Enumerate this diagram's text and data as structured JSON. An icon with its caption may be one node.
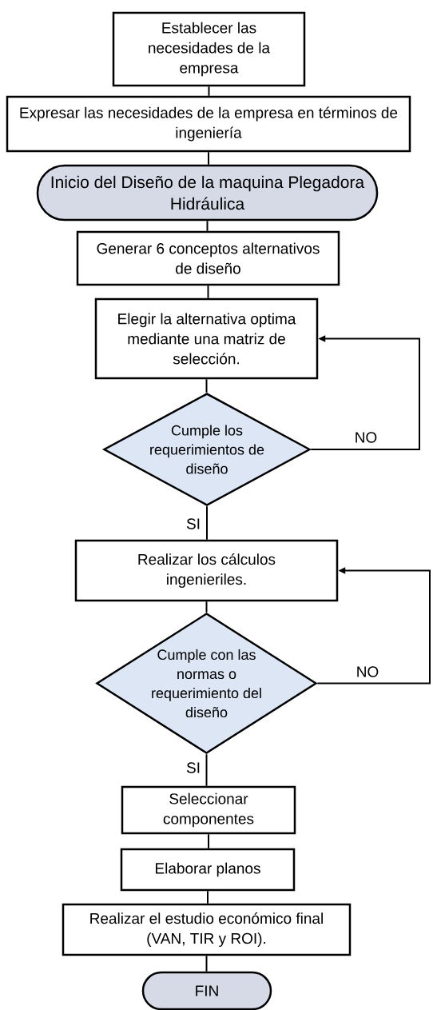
{
  "diagram": {
    "nodes": [
      {
        "text": [
          "Establecer las necesidades de la empresa"
        ]
      },
      {
        "text": [
          "Expresar las necesidades de la empresa en términos de ingeniería"
        ]
      },
      {
        "text": [
          "Inicio del Diseño de la maquina Plegadora Hidráulica"
        ]
      },
      {
        "text": [
          "Generar 6 conceptos alternativos de diseño"
        ]
      },
      {
        "text": [
          "Elegir la alternativa optima mediante una matriz de selección."
        ]
      },
      {
        "text": [
          "Cumple los requerimientos de diseño"
        ]
      },
      {
        "text": [
          "Realizar los cálculos ingenieriles."
        ]
      },
      {
        "text": [
          "Cumple con las normas o requerimiento del diseño"
        ]
      },
      {
        "text": [
          "Seleccionar componentes"
        ]
      },
      {
        "text": [
          "Elaborar planos"
        ]
      },
      {
        "text": [
          "Realizar el estudio económico final (VAN, TIR y ROI)."
        ]
      },
      {
        "text": [
          "FIN"
        ]
      }
    ],
    "edges": [
      {
        "from": 0,
        "to": 1,
        "arrow": "none"
      },
      {
        "from": 1,
        "to": 2,
        "arrow": "none"
      },
      {
        "from": 2,
        "to": 3,
        "arrow": "none"
      },
      {
        "from": 3,
        "to": 4,
        "arrow": "none"
      },
      {
        "from": 4,
        "to": 5,
        "arrow": "none"
      },
      {
        "from": 5,
        "to": 4,
        "arrow": "to",
        "label": "NO"
      },
      {
        "from": 5,
        "to": 6,
        "arrow": "none",
        "label": "SI"
      },
      {
        "from": 6,
        "to": 7,
        "arrow": "none"
      },
      {
        "from": 7,
        "to": 6,
        "arrow": "to",
        "label": "NO"
      },
      {
        "from": 7,
        "to": 8,
        "arrow": "none",
        "label": "SI"
      },
      {
        "from": 8,
        "to": 9,
        "arrow": "none"
      },
      {
        "from": 9,
        "to": 10,
        "arrow": "none"
      },
      {
        "from": 10,
        "to": 11,
        "arrow": "none"
      }
    ]
  }
}
